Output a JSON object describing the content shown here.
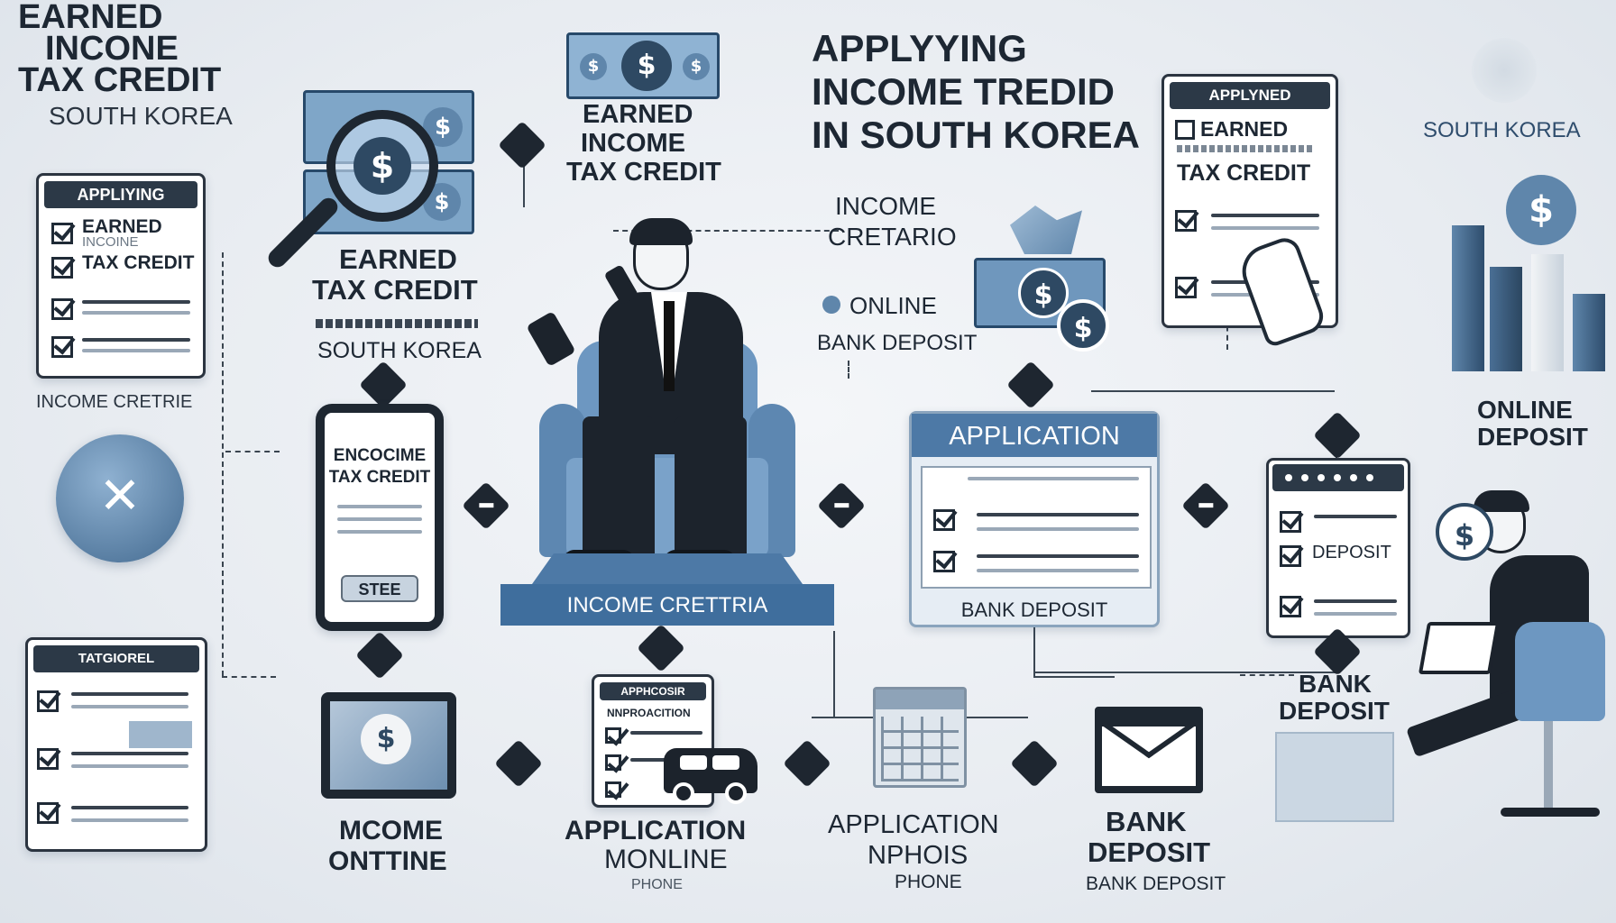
{
  "title": {
    "line1": "APPLYYING",
    "line2": "INCOME TREDID",
    "line3": "IN SOUTH KOREA"
  },
  "top_left": {
    "line1": "EARNED",
    "line2": "INCONE",
    "line3": "TAX CREDIT",
    "line4": "SOUTH KOREA"
  },
  "left_card_1": {
    "header": "APPLIYING",
    "item1": "EARNED",
    "item1b": "INCOINE",
    "item2": "TAX CREDIT"
  },
  "left_card_1_caption": "INCOME CRETRIE",
  "left_card_2": {
    "header": "TATGIOREL"
  },
  "money_label": {
    "line1": "EARNED",
    "line2": "TAX CREDIT",
    "line3": "SOUTH KOREA"
  },
  "top_center_label": {
    "line1": "EARNED",
    "line2": "INCOME",
    "line3": "TAX CREDIT"
  },
  "income_criteria_label": {
    "line1": "INCOME",
    "line2": "CRETARIO",
    "online": "ONLINE",
    "bank": "BANK DEPOSIT"
  },
  "phone": {
    "line1": "ENCOCIME",
    "line2": "TAX CREDIT",
    "button": "STEE"
  },
  "platform_label": "INCOME CRETTRIA",
  "application_panel": {
    "header": "APPLICATION",
    "footer": "BANK DEPOSIT"
  },
  "right_card_top": {
    "header": "APPLYNED",
    "item1": "EARNED",
    "item2": "TAX CREDIT"
  },
  "right_top_label": "SOUTH KOREA",
  "online_deposit": {
    "line1": "ONLINE",
    "line2": "DEPOSIT"
  },
  "right_card_mid": {
    "item": "DEPOSIT"
  },
  "bank_deposit_right": {
    "line1": "BANK",
    "line2": "DEPOSIT"
  },
  "bottom_labels": {
    "mcome": {
      "line1": "MCOME",
      "line2": "ONTTINE"
    },
    "app_online": {
      "line1": "APPLICATION",
      "line2": "MONLINE",
      "line3": "PHONE"
    },
    "app_phone": {
      "line1": "APPLICATION",
      "line2": "NPHOIS",
      "line3": "PHONE"
    },
    "bank": {
      "line1": "BANK",
      "line2": "DEPOSIT",
      "line3": "BANK DEPOSIT"
    }
  },
  "small_form_header": "APPHCOSIR",
  "small_form_sub": "NNPROACITION",
  "symbols": {
    "dollar": "$",
    "x_mark": "✕"
  },
  "colors": {
    "navy": "#2c3947",
    "steel_blue": "#5f86ab",
    "chair_blue": "#6d97c1",
    "background": "#e8ecf1"
  }
}
